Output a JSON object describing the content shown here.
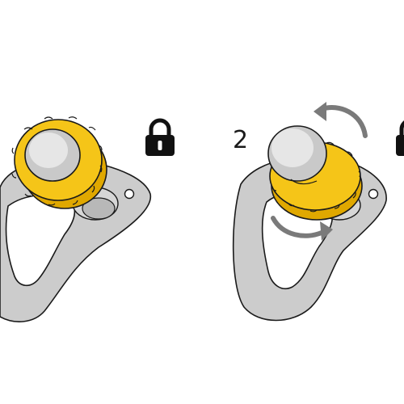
{
  "steps": [
    {
      "label": "",
      "lock_state": "locked"
    },
    {
      "label": "2",
      "lock_state": "locked"
    }
  ],
  "colors": {
    "plate": "#cccccc",
    "plate_outline": "#1a1a1a",
    "knob_yellow": "#f5c518",
    "knob_yellow_dark": "#e0a800",
    "cap_gray": "#c9c9c9",
    "cap_highlight": "#e6e6e6",
    "arrow_gray": "#7a7a7a",
    "lock": "#111111"
  },
  "icons": {
    "lock": "padlock-icon",
    "rotate_arrow": "rotate-arrow-icon"
  }
}
